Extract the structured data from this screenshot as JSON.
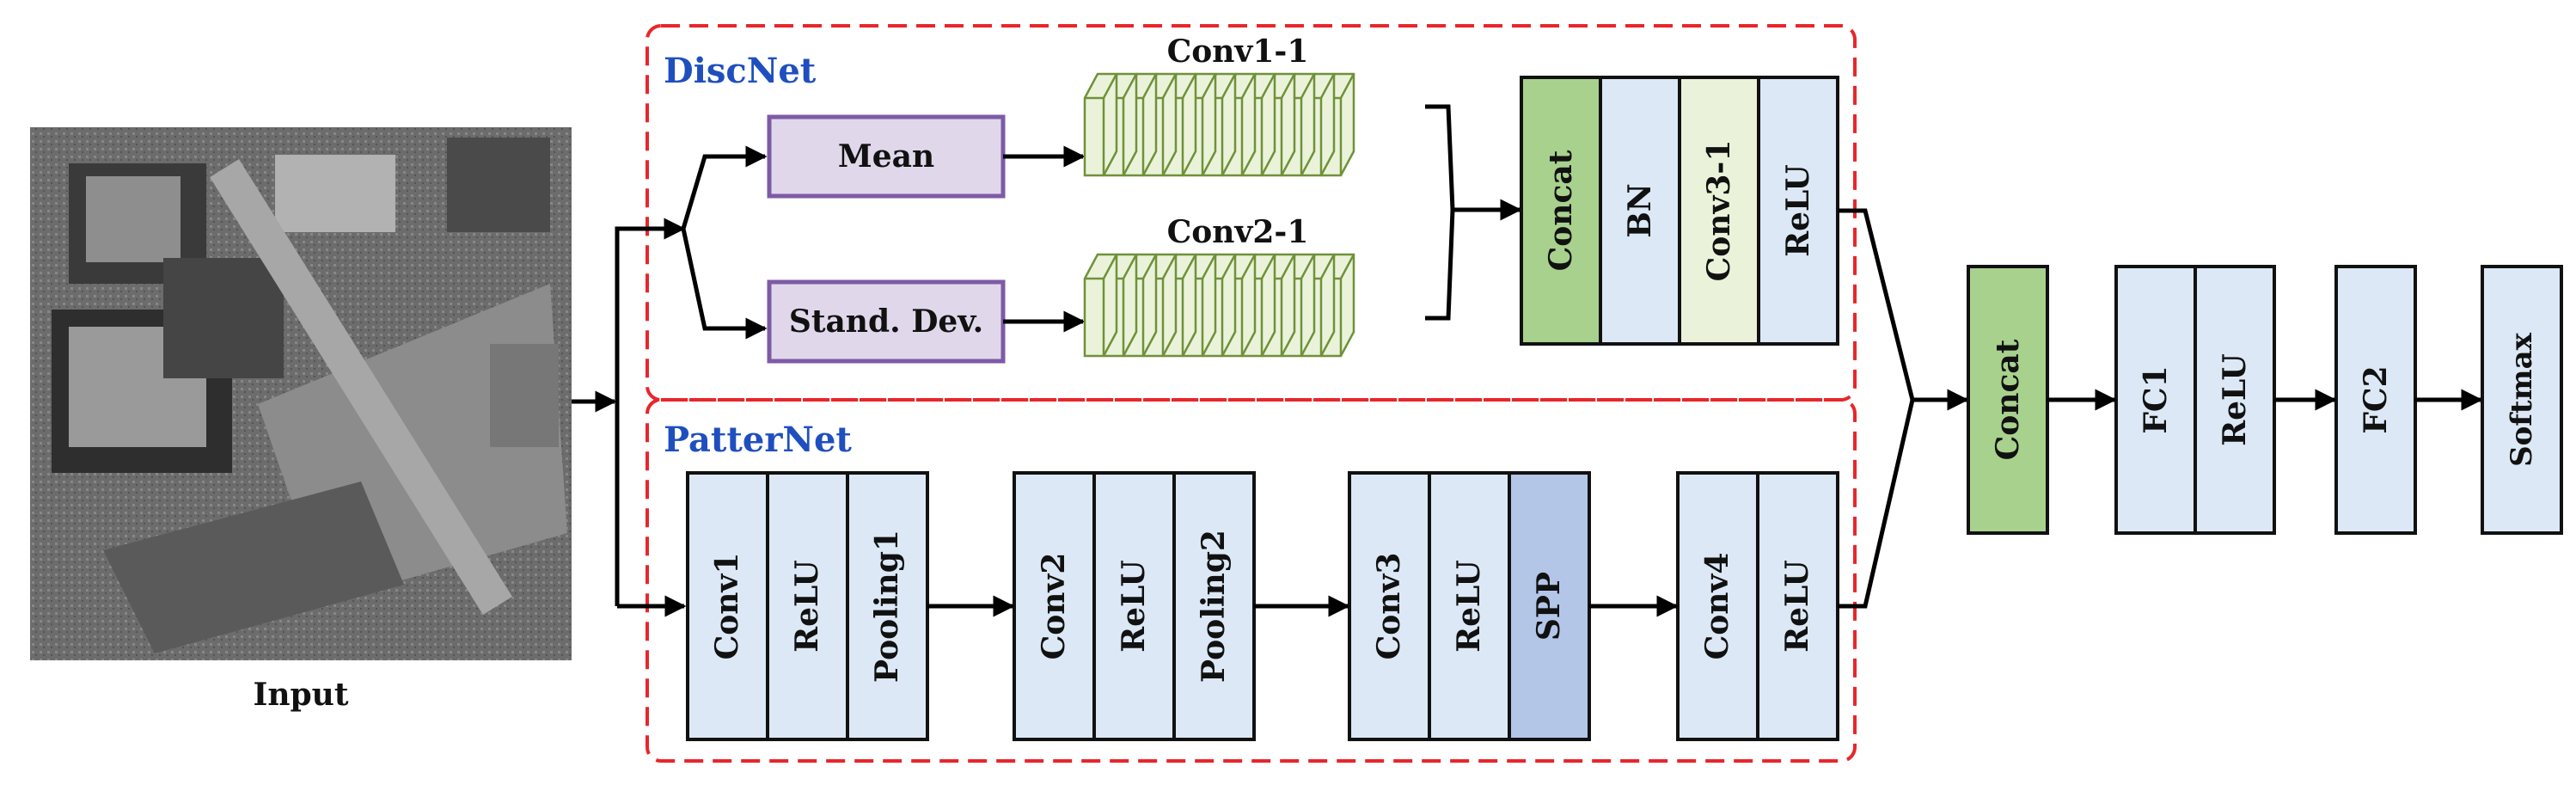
{
  "input": {
    "caption": "Input"
  },
  "discnet": {
    "title": "DiscNet",
    "mean": "Mean",
    "std": "Stand. Dev.",
    "conv1": "Conv1-1",
    "conv2": "Conv2-1",
    "block": [
      "Concat",
      "BN",
      "Conv3-1",
      "ReLU"
    ]
  },
  "patternet": {
    "title": "PatterNet",
    "group1": [
      "Conv1",
      "ReLU",
      "Pooling1"
    ],
    "group2": [
      "Conv2",
      "ReLU",
      "Pooling2"
    ],
    "group3": [
      "Conv3",
      "ReLU",
      "SPP"
    ],
    "group4": [
      "Conv4",
      "ReLU"
    ]
  },
  "head": {
    "concat": "Concat",
    "fc1": [
      "FC1",
      "ReLU"
    ],
    "fc2": "FC2",
    "softmax": "Softmax"
  },
  "colors": {
    "dashed_border": "#e8262b",
    "title": "#1f4fbf",
    "layer_fill": "#dce8f5",
    "concat_fill": "#a8d18d",
    "stat_fill": "#e0d8ea",
    "stat_border": "#7e5aa6",
    "conv_fill": "#eaf3da",
    "conv_border": "#70913a",
    "spp_fill": "#b4c6e7"
  }
}
